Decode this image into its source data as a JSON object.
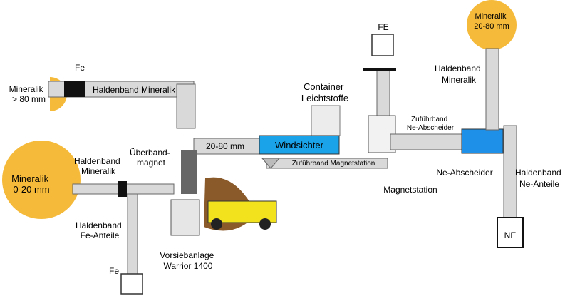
{
  "labels": {
    "fe_top_left": "Fe",
    "mineralik_80": [
      "Mineralik",
      "> 80 mm"
    ],
    "haldenband_mineralik_top": "Haldenband Mineralik",
    "container": [
      "Container",
      "Leichtstoffe"
    ],
    "fe_top_right": "FE",
    "mineralik_2080": [
      "Mineralik",
      "20-80 mm"
    ],
    "haldenband_mineralik_right": [
      "Haldenband",
      "Mineralik"
    ],
    "zufuehrband_ne": [
      "Zuführband",
      "Ne-Abscheider"
    ],
    "windsichter": "Windsichter",
    "band_2080": "20-80 mm",
    "zufuehrband_magnet": "Zuführband Magnetstation",
    "haldenband_mineralik_left": [
      "Haldenband",
      "Mineralik"
    ],
    "ueberbandmagnet": [
      "Überband-",
      "magnet"
    ],
    "mineralik_020": [
      "Mineralik",
      "0-20 mm"
    ],
    "ne_abscheider": "Ne-Abscheider",
    "magnetstation": "Magnetstation",
    "haldenband_ne": [
      "Haldenband",
      "Ne-Anteile"
    ],
    "haldenband_fe": [
      "Haldenband",
      "Fe-Anteile"
    ],
    "vorsiebanlage": [
      "Vorsiebanlage",
      "Warrior 1400"
    ],
    "fe_bottom": "Fe",
    "ne_box": "NE"
  },
  "colors": {
    "pile_orange": "#F5BA3A",
    "conveyor_gray": "#D9D9D9",
    "windsichter_blue": "#1AA3E8",
    "ne_blue": "#1E90E8",
    "loader_yellow": "#F2E21E",
    "material_brown": "#8B5A2B"
  }
}
